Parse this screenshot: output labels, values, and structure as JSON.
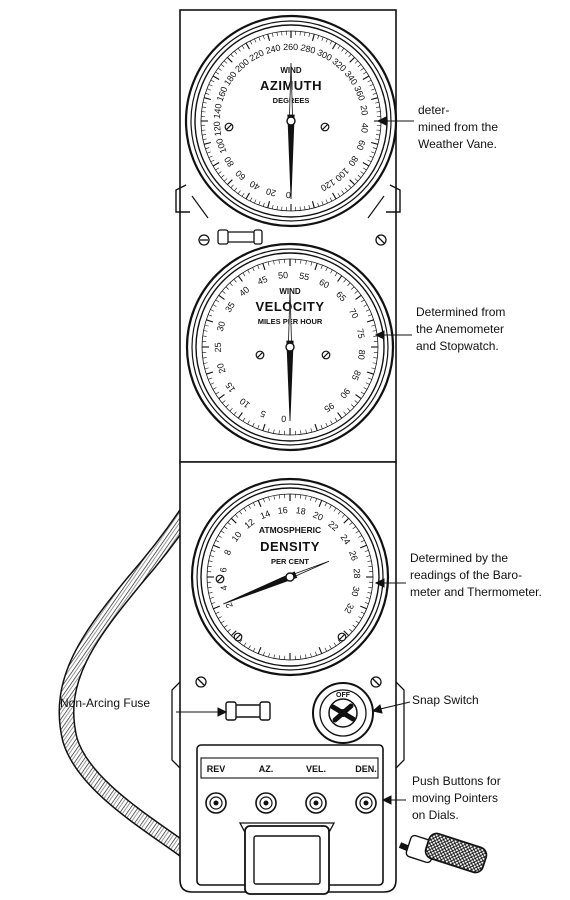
{
  "dials": {
    "azimuth": {
      "top": "WIND",
      "title": "AZIMUTH",
      "unit": "DEGREES",
      "ticks": [
        "0",
        "20",
        "40",
        "60",
        "80",
        "100",
        "120",
        "140",
        "160",
        "180",
        "200",
        "220",
        "240",
        "260",
        "280",
        "300",
        "320",
        "340",
        "360",
        "20",
        "40",
        "60",
        "80",
        "100",
        "120"
      ]
    },
    "velocity": {
      "top": "WIND",
      "title": "VELOCITY",
      "unit": "MILES PER HOUR",
      "ticks": [
        "0",
        "5",
        "10",
        "15",
        "20",
        "25",
        "30",
        "35",
        "40",
        "45",
        "50",
        "55",
        "60",
        "65",
        "70",
        "75",
        "80",
        "85",
        "90",
        "95"
      ]
    },
    "density": {
      "top": "ATMOSPHERIC",
      "title": "DENSITY",
      "unit": "PER CENT",
      "ticks": [
        "2",
        "4",
        "6",
        "8",
        "10",
        "12",
        "14",
        "16",
        "18",
        "20",
        "22",
        "24",
        "26",
        "28",
        "30",
        "32"
      ]
    }
  },
  "callouts": {
    "azimuth": [
      "deter-",
      "mined from the",
      "Weather Vane."
    ],
    "velocity": [
      "Determined from",
      "the Anemometer",
      "and Stopwatch."
    ],
    "density": [
      "Determined by the",
      "readings of the Baro-",
      "meter and Thermometer."
    ],
    "fuse": [
      "Non-Arcing Fuse"
    ],
    "switch": [
      "Snap Switch"
    ],
    "buttons": [
      "Push Buttons for",
      "moving Pointers",
      "on Dials."
    ]
  },
  "switch_label": "OFF",
  "buttons": [
    {
      "label": "REV"
    },
    {
      "label": "AZ."
    },
    {
      "label": "VEL."
    },
    {
      "label": "DEN."
    }
  ]
}
